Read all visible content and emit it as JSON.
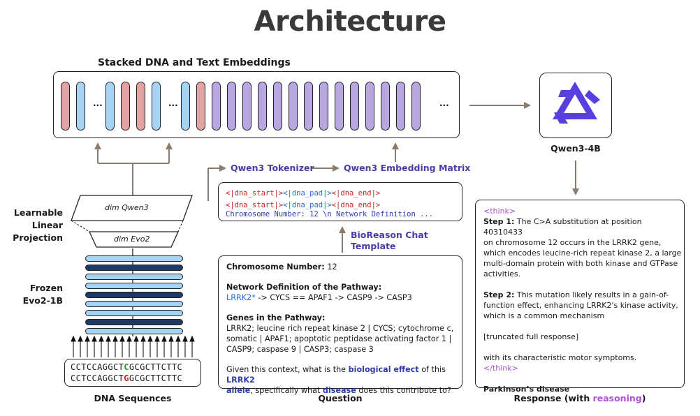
{
  "title": "Architecture",
  "embeddings": {
    "label": "Stacked DNA and Text Embeddings",
    "ellipsis": "...",
    "colors": {
      "dna_red": "#e2a3a4",
      "dna_blue": "#a7d3f2",
      "text_purple": "#b7a6e0"
    }
  },
  "qwen_model": {
    "label": "Qwen3-4B",
    "icon": "qwen-logo-icon"
  },
  "tokenizer": {
    "label": "Qwen3 Tokenizer"
  },
  "embedding_matrix": {
    "label": "Qwen3 Embedding Matrix"
  },
  "token_box": {
    "tokens": [
      "<|dna_start|>",
      "<|dna_pad|>",
      "<|dna_end|>"
    ],
    "line2": "Chromosome Number: 12 \\n Network Definition ..."
  },
  "chat_template": {
    "label_line1": "BioReason Chat",
    "label_line2": "Template"
  },
  "projection": {
    "label_line1": "Learnable",
    "label_line2": "Linear",
    "label_line3": "Projection",
    "top_dim": "dim Qwen3",
    "bottom_dim": "dim Evo2"
  },
  "evo2": {
    "label_line1": "Frozen",
    "label_line2": "Evo2-1B",
    "layer_colors": [
      "light",
      "dark",
      "light",
      "light",
      "dark",
      "light",
      "light",
      "dark",
      "light"
    ]
  },
  "dna": {
    "seq1_pre": "CCTCCAGGCT",
    "seq1_mid": "C",
    "seq1_post": "GCGCTTCTTC",
    "seq2_pre": "CCTCCAGGCT",
    "seq2_mid": "G",
    "seq2_post": "GCGCTTCTTC",
    "caption": "DNA Sequences"
  },
  "question": {
    "chrom_label": "Chromosome Number:",
    "chrom_value": " 12",
    "network_label": "Network Definition of the Pathway:",
    "network_gene": "LRRK2*",
    "network_rest": " -> CYCS == APAF1 -> CASP9 -> CASP3",
    "genes_label": "Genes in the Pathway:",
    "genes_line1": "LRRK2; leucine rich repeat kinase 2 | CYCS; cytochrome c,",
    "genes_line2": "somatic | APAF1; apoptotic peptidase activating factor 1 |",
    "genes_line3": "CASP9; caspase 9 | CASP3; caspase 3",
    "q_part1": "Given this context, what is the ",
    "q_bio": "biological effect",
    "q_part2": " of this ",
    "q_gene": "LRRK2",
    "q_allele": "allele",
    "q_part3": ", specifically what ",
    "q_disease": "disease",
    "q_part4": " does this contribute to?",
    "caption": "Question"
  },
  "response": {
    "think_open": "<think>",
    "step1_label": "Step 1:",
    "step1_l1": " The C>A substitution at position 40310433",
    "step1_l2": "on chromosome 12 occurs in the LRRK2 gene,",
    "step1_l3": "which encodes leucine-rich repeat kinase 2, a large",
    "step1_l4": "multi-domain protein with both kinase and GTPase",
    "step1_l5": "activities.",
    "step2_label": "Step 2:",
    "step2_l1": " This mutation likely results in a gain-of-",
    "step2_l2": "function effect, enhancing LRRK2's kinase activity,",
    "step2_l3": "which is a common mechanism",
    "truncated": "[truncated full response]",
    "ending": "with its characteristic motor symptoms.",
    "think_close": "</think>",
    "answer": "Parkinson’s disease",
    "caption_pre": "Response (with ",
    "caption_highlight": "reasoning",
    "caption_post": ")"
  }
}
